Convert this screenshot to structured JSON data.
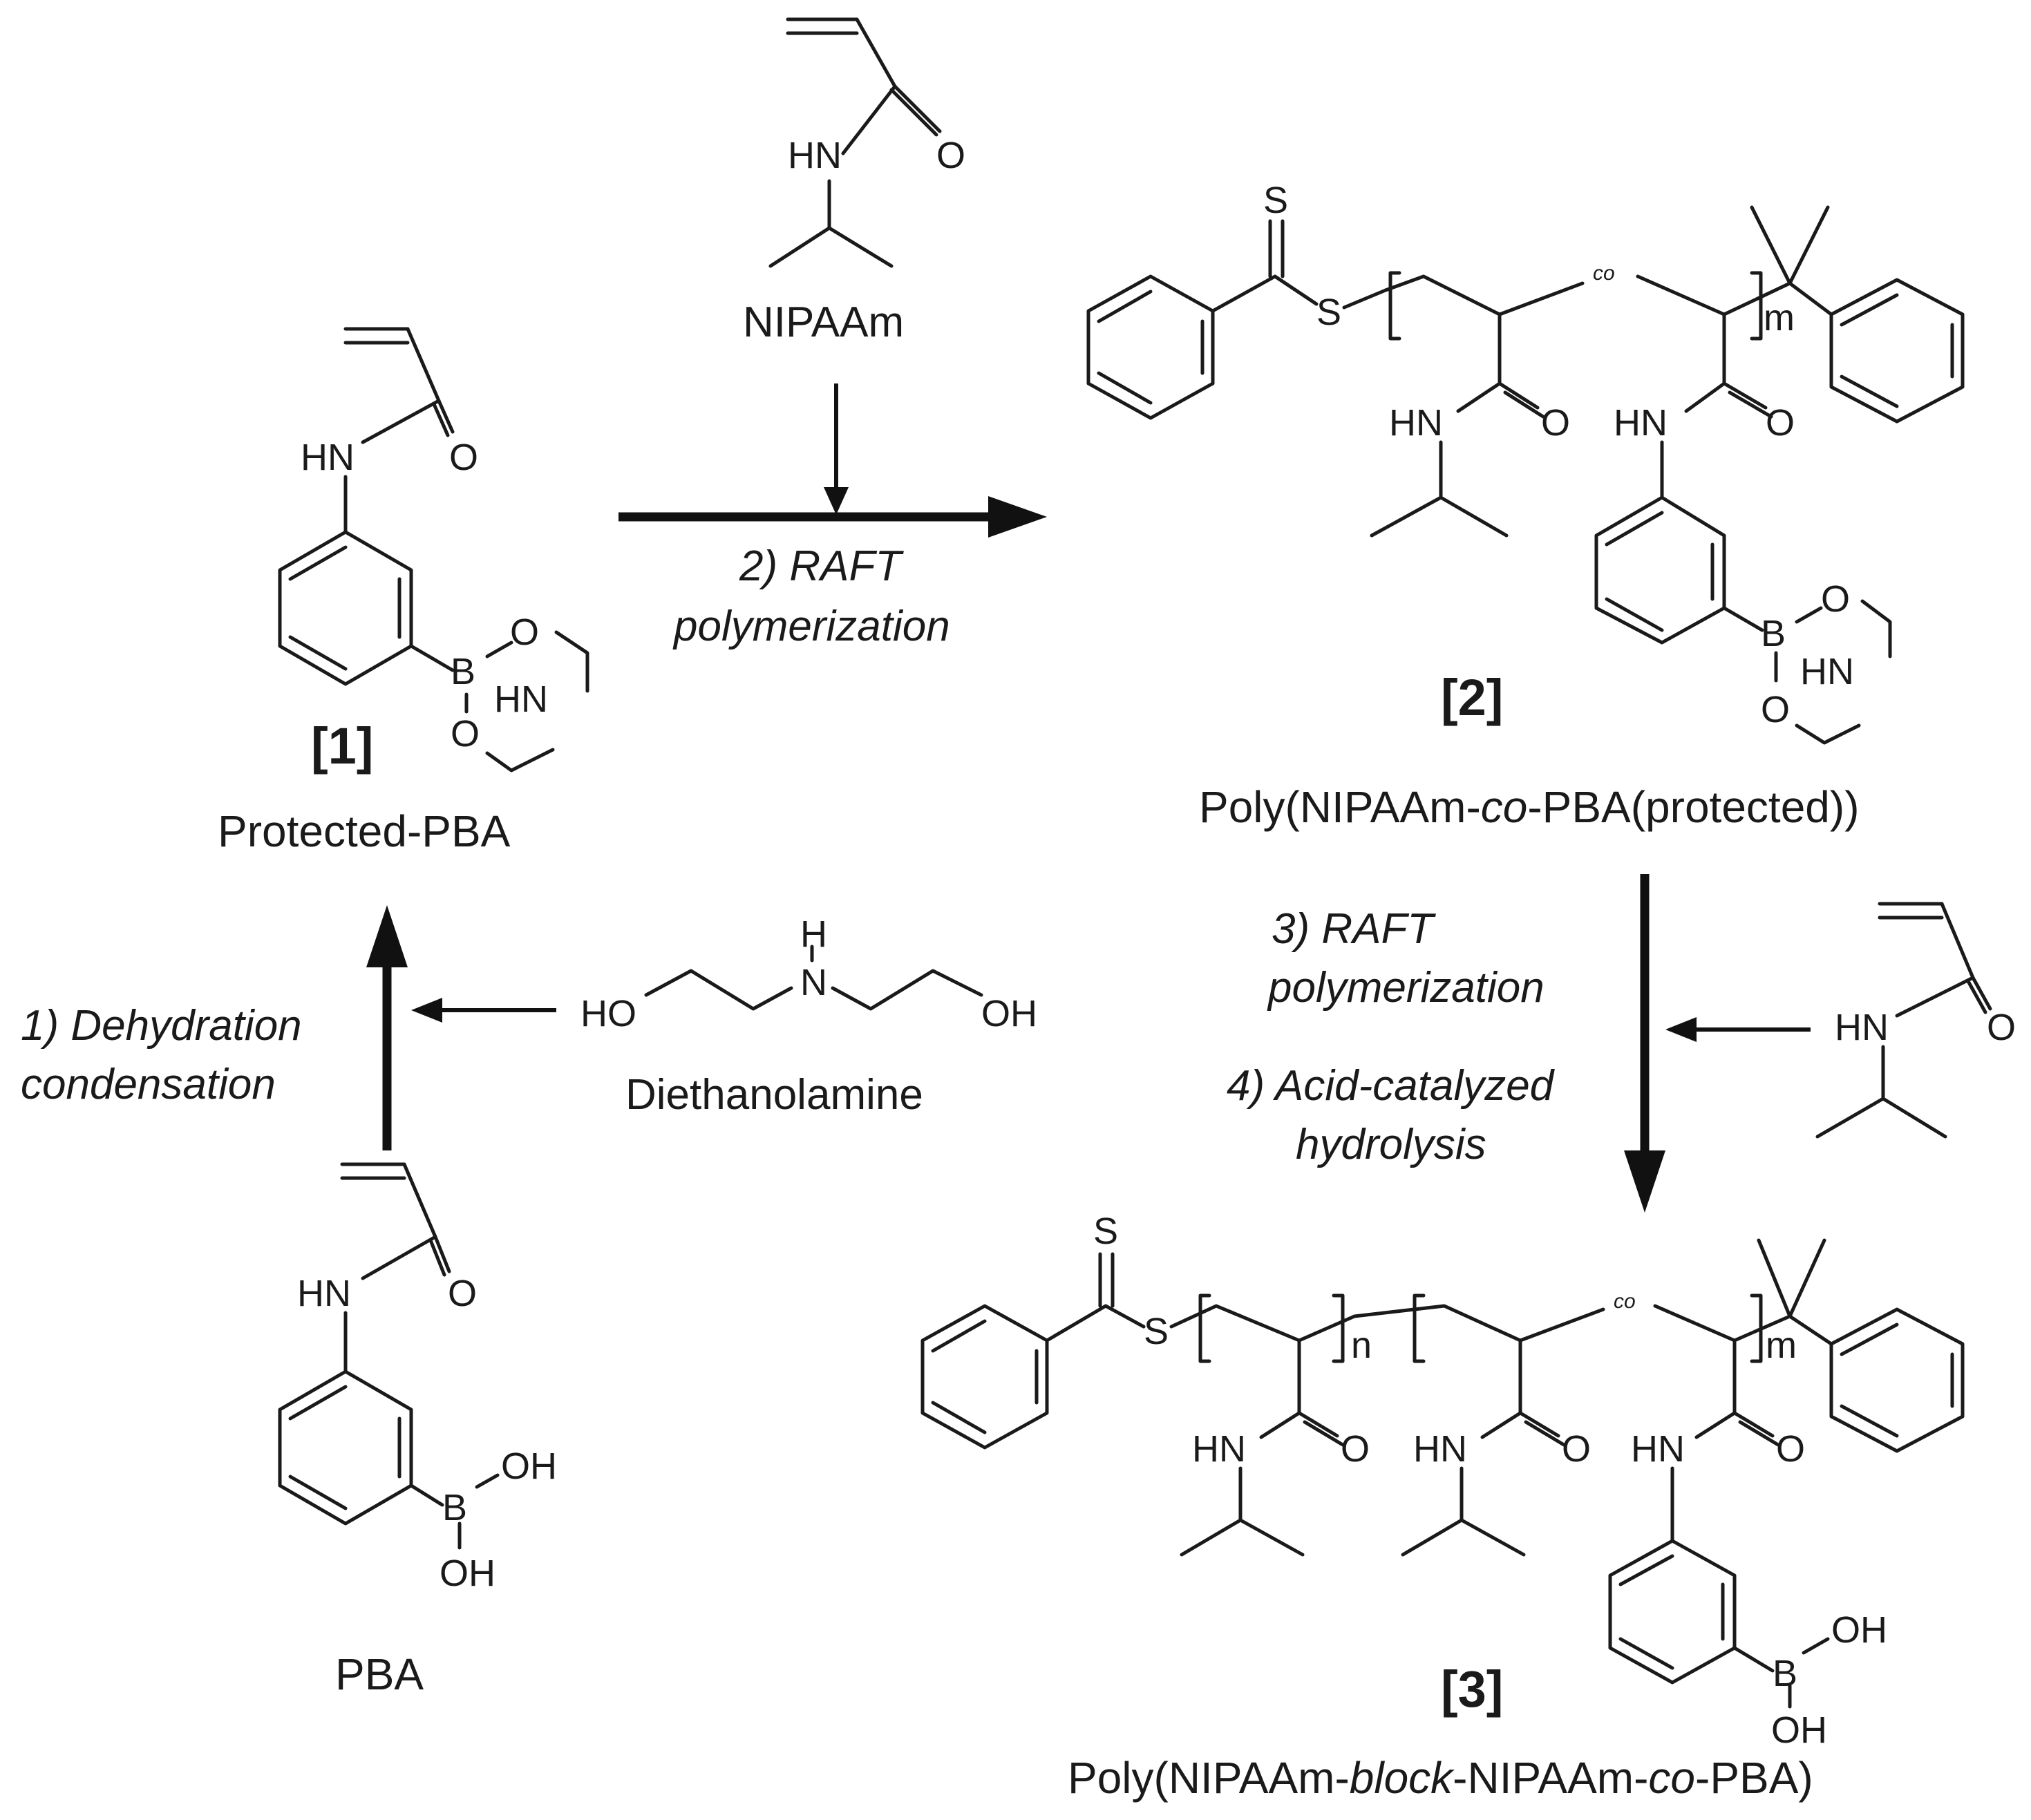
{
  "reagents": {
    "nipaam": "NIPAAm",
    "diethanolamine": "Diethanolamine"
  },
  "compounds": {
    "pba": {
      "name": "PBA"
    },
    "c1": {
      "number": "[1]",
      "name": "Protected-PBA"
    },
    "c2": {
      "number": "[2]",
      "name_pre": "Poly(NIPAAm-",
      "name_it": "co",
      "name_post": "-PBA(protected))"
    },
    "c3": {
      "number": "[3]",
      "name_a": "Poly(NIPAAm-",
      "name_b": "block",
      "name_c": "-NIPAAm-",
      "name_d": "co",
      "name_e": "-PBA)"
    }
  },
  "steps": {
    "s1_line1": "1) Dehydration",
    "s1_line2": "condensation",
    "s2_line1": "2) RAFT",
    "s2_line2": "polymerization",
    "s3_line1": "3) RAFT",
    "s3_line2": "polymerization",
    "s4_line1": "4) Acid-catalyzed",
    "s4_line2": "hydrolysis"
  },
  "atoms": {
    "hn": "HN",
    "o": "O",
    "b": "B",
    "oh": "OH",
    "ho": "HO",
    "h": "H",
    "n": "N",
    "s": "S",
    "co": "co",
    "m": "m",
    "n_sub": "n"
  }
}
